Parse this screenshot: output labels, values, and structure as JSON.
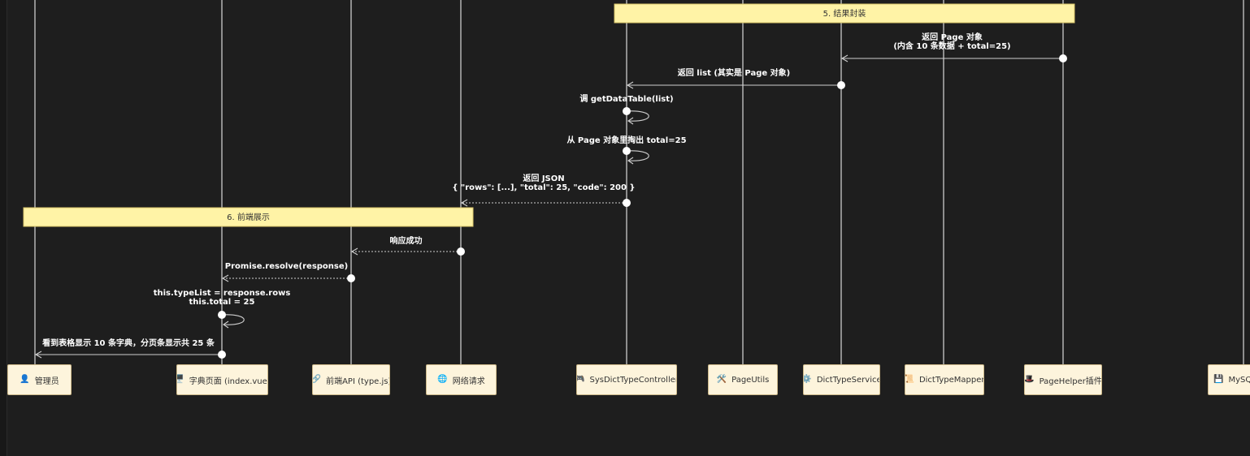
{
  "sections": [
    {
      "label": "5. 结果封装"
    },
    {
      "label": "6. 前端展示"
    }
  ],
  "participants": [
    {
      "label": "管理员",
      "icon": "👤"
    },
    {
      "label": "字典页面 (index.vue)",
      "icon": "🖥️"
    },
    {
      "label": "前端API (type.js)",
      "icon": "🔗"
    },
    {
      "label": "网络请求",
      "icon": "🌐"
    },
    {
      "label": "SysDictTypeController",
      "icon": "🎮"
    },
    {
      "label": "PageUtils",
      "icon": "🛠️"
    },
    {
      "label": "DictTypeService",
      "icon": "⚙️"
    },
    {
      "label": "DictTypeMapper",
      "icon": "📜"
    },
    {
      "label": "PageHelper插件",
      "icon": "🎩"
    },
    {
      "label": "MySQL",
      "icon": "💾"
    }
  ],
  "messages": [
    {
      "lines": [
        "返回 Page 对象",
        "(内含 10 条数据 + total=25)"
      ]
    },
    {
      "lines": [
        "返回 list (其实是 Page 对象)"
      ]
    },
    {
      "lines": [
        "调 getDataTable(list)"
      ]
    },
    {
      "lines": [
        "从 Page 对象里掏出 total=25"
      ]
    },
    {
      "lines": [
        "返回 JSON",
        "{ \"rows\": [...], \"total\": 25, \"code\": 200 }"
      ]
    },
    {
      "lines": [
        "响应成功"
      ]
    },
    {
      "lines": [
        "Promise.resolve(response)"
      ]
    },
    {
      "lines": [
        "this.typeList = response.rows",
        "this.total = 25"
      ]
    },
    {
      "lines": [
        "看到表格显示 10 条字典，分页条显示共 25 条"
      ]
    }
  ]
}
